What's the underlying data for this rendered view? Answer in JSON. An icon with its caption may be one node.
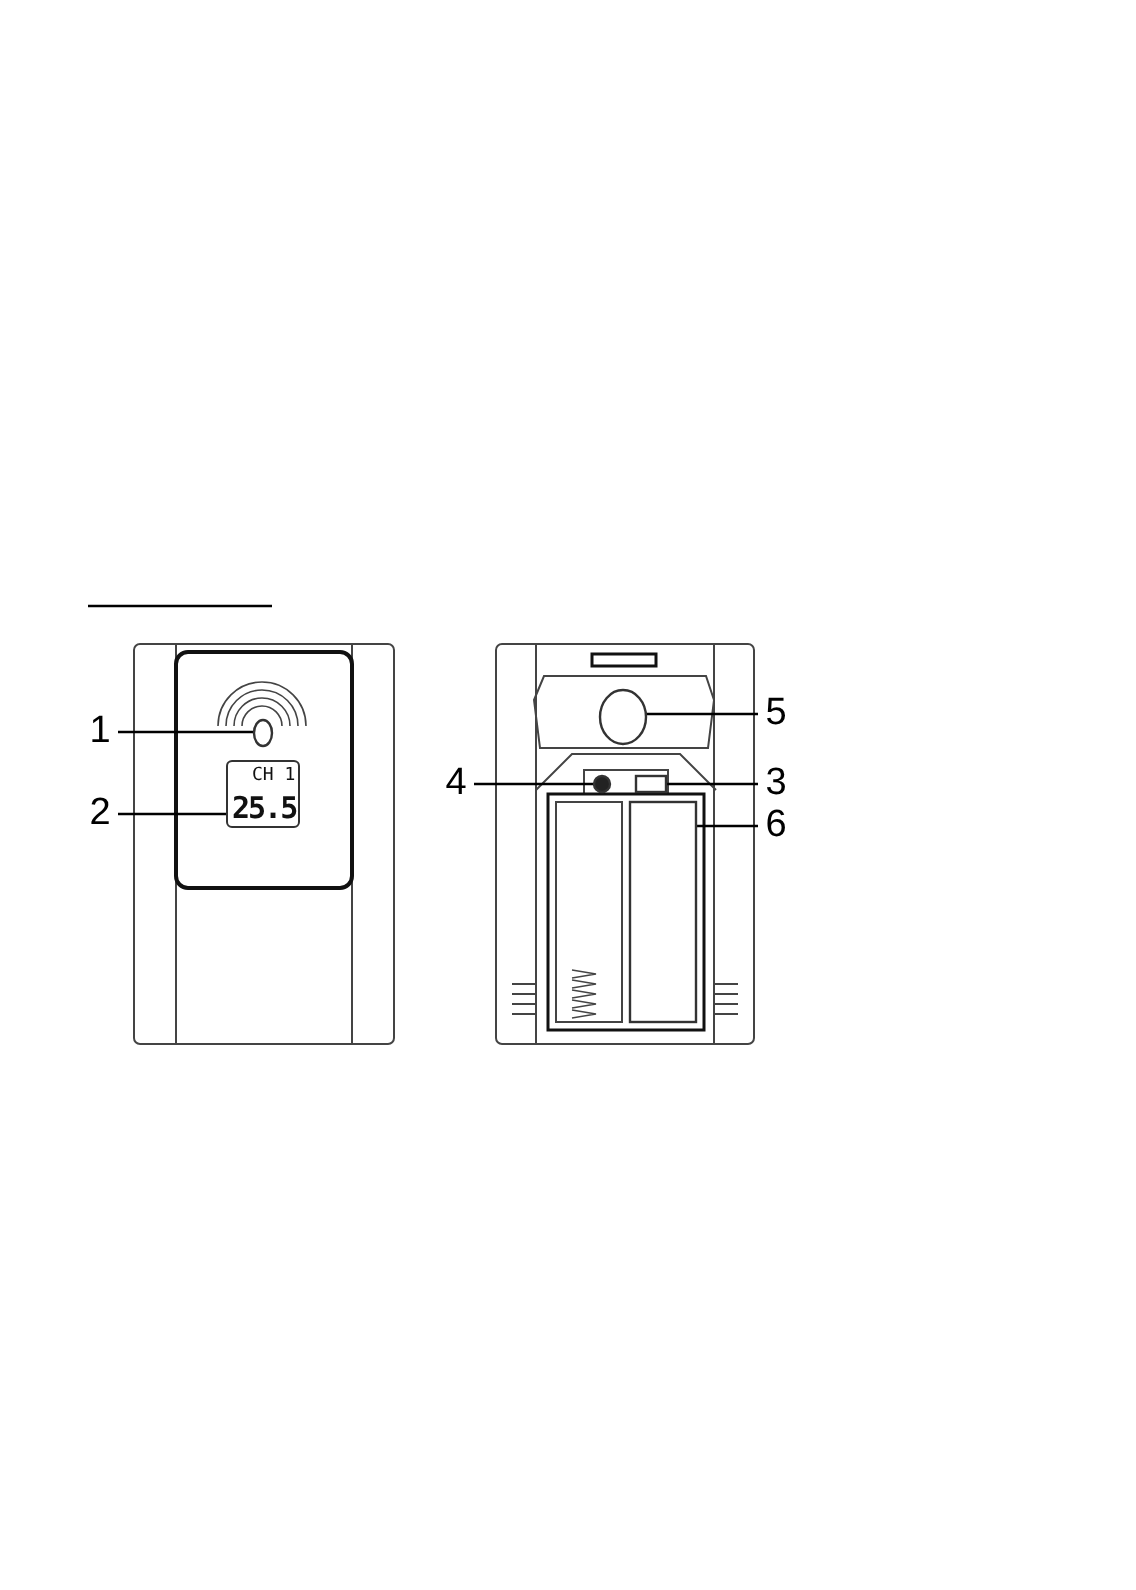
{
  "diagram": {
    "nodes": [
      {
        "text": [
          "1"
        ]
      },
      {
        "text": [],
        "shape": "circle"
      },
      {
        "text": [
          "2"
        ]
      },
      {
        "text": [
          "CH 1",
          "25.5"
        ]
      },
      {
        "text": [
          "4"
        ]
      },
      {
        "text": [],
        "shape": "circle"
      },
      {
        "text": [
          "3"
        ]
      },
      {
        "text": [],
        "shape": "box"
      },
      {
        "text": [
          "5"
        ]
      },
      {
        "text": [],
        "shape": "circle"
      },
      {
        "text": [
          "6"
        ]
      },
      {
        "text": [],
        "shape": "box"
      }
    ],
    "edges": [
      {
        "from": 0,
        "to": 1,
        "arrow": "none"
      },
      {
        "from": 2,
        "to": 3,
        "arrow": "none"
      },
      {
        "from": 4,
        "to": 5,
        "arrow": "none"
      },
      {
        "from": 6,
        "to": 7,
        "arrow": "none"
      },
      {
        "from": 8,
        "to": 9,
        "arrow": "none"
      },
      {
        "from": 10,
        "to": 11,
        "arrow": "none"
      }
    ]
  }
}
